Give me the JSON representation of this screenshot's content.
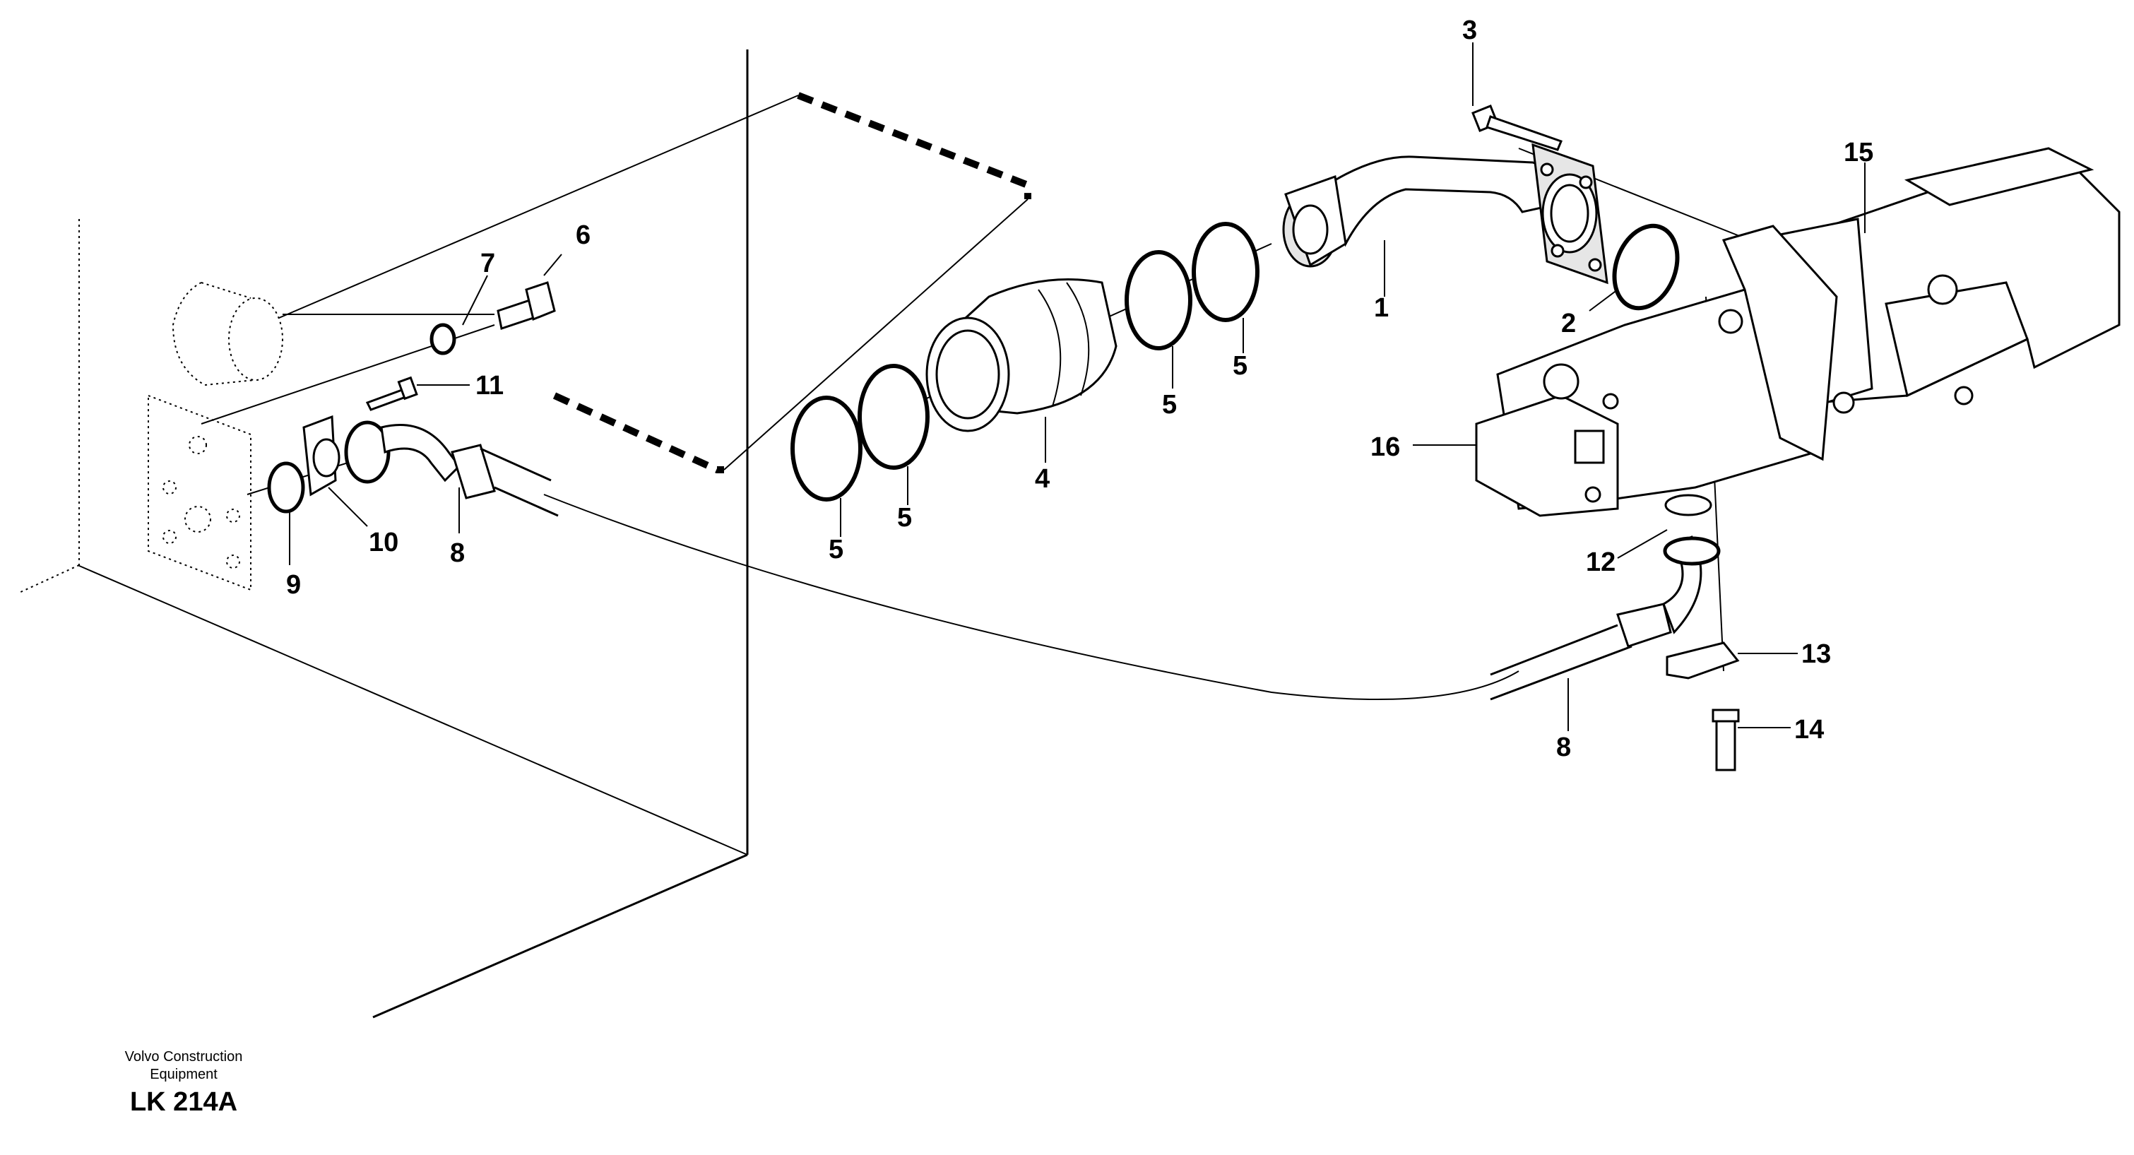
{
  "callouts": {
    "c1": "1",
    "c2": "2",
    "c3": "3",
    "c4": "4",
    "c5a": "5",
    "c5b": "5",
    "c5c": "5",
    "c5d": "5",
    "c6": "6",
    "c7": "7",
    "c8a": "8",
    "c8b": "8",
    "c9": "9",
    "c10": "10",
    "c11": "11",
    "c12": "12",
    "c13": "13",
    "c14": "14",
    "c15": "15",
    "c16": "16"
  },
  "footer": {
    "company_line1": "Volvo Construction",
    "company_line2": "Equipment",
    "drawing_code": "LK 214A"
  }
}
